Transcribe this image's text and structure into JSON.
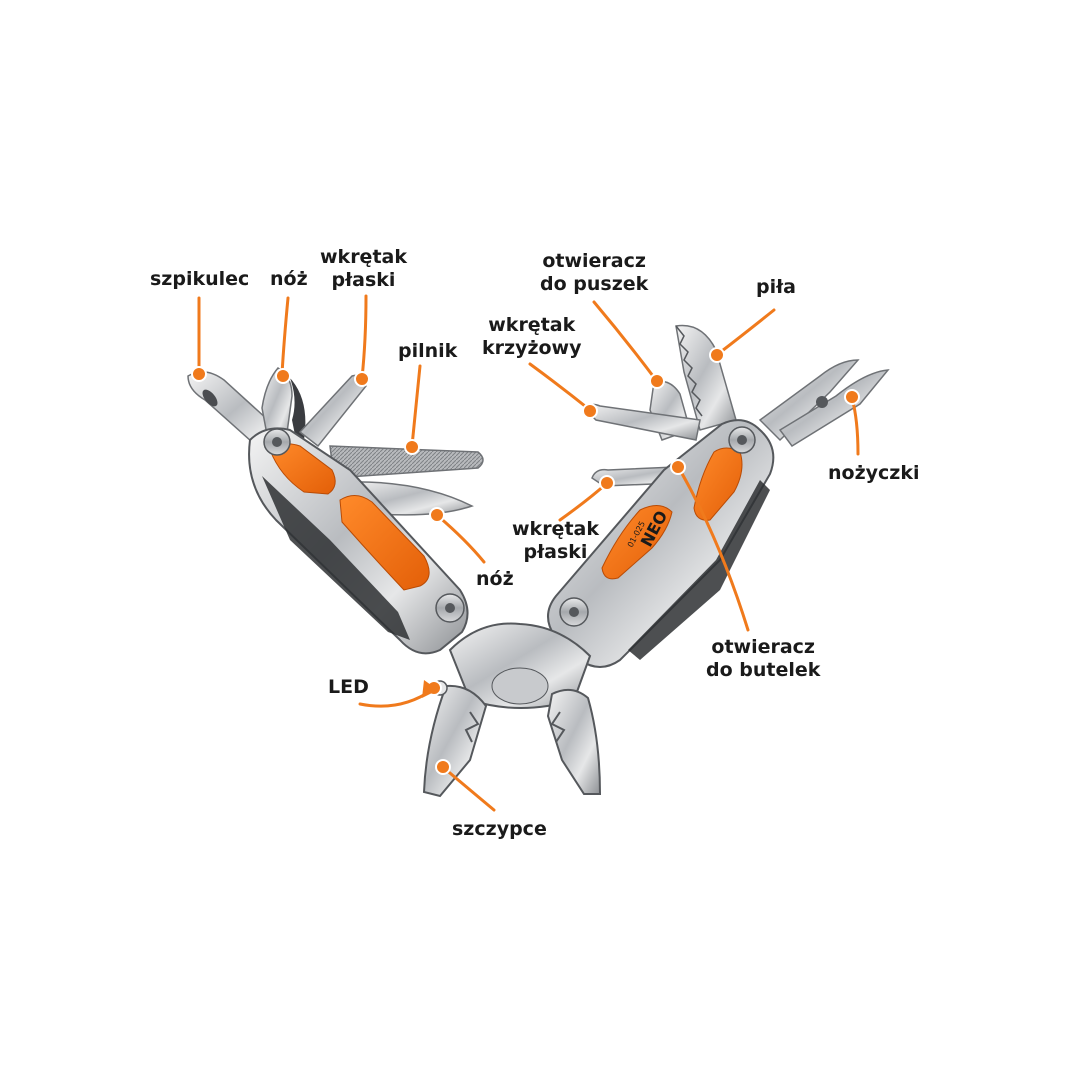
{
  "accent_color": "#f07a1c",
  "callouts": [
    {
      "id": "szpikulec",
      "lines": [
        "szpikulec"
      ]
    },
    {
      "id": "noz-left",
      "lines": [
        "nóż"
      ]
    },
    {
      "id": "wkretak-plaski-top",
      "lines": [
        "wkrętak",
        "płaski"
      ]
    },
    {
      "id": "pilnik",
      "lines": [
        "pilnik"
      ]
    },
    {
      "id": "noz-blade",
      "lines": [
        "nóż"
      ]
    },
    {
      "id": "otwieracz-do-puszek",
      "lines": [
        "otwieracz",
        "do puszek"
      ]
    },
    {
      "id": "pila",
      "lines": [
        "piła"
      ]
    },
    {
      "id": "wkretak-krzyzowy",
      "lines": [
        "wkrętak",
        "krzyżowy"
      ]
    },
    {
      "id": "nozyczki",
      "lines": [
        "nożyczki"
      ]
    },
    {
      "id": "wkretak-plaski-mid",
      "lines": [
        "wkrętak",
        "płaski"
      ]
    },
    {
      "id": "otwieracz-do-butelek",
      "lines": [
        "otwieracz",
        "do butelek"
      ]
    },
    {
      "id": "led",
      "lines": [
        "LED"
      ]
    },
    {
      "id": "szczypce",
      "lines": [
        "szczypce"
      ]
    }
  ],
  "product": {
    "brand_mark": "NEO",
    "model_code": "01-025"
  }
}
